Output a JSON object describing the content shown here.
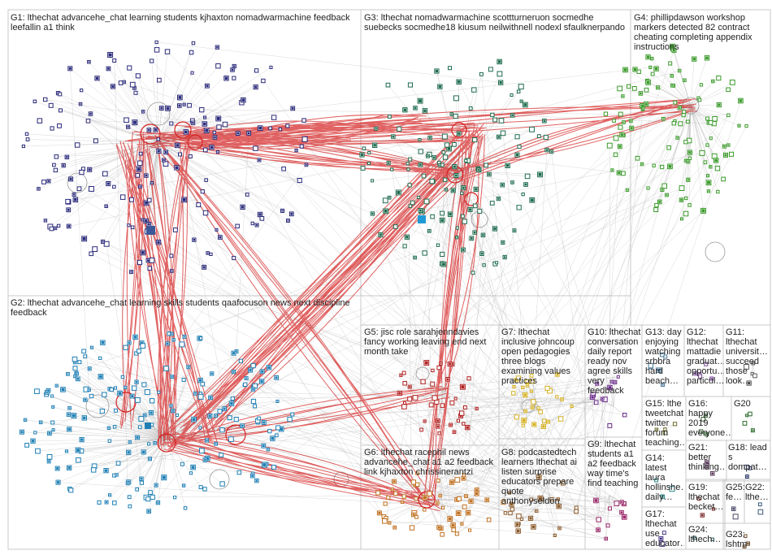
{
  "groups": [
    {
      "id": "G1",
      "text": "G1: lthechat advancehe_chat learning students kjhaxton nomadwarmachine feedback leefallin a1 think",
      "color": "#2a2a7a"
    },
    {
      "id": "G2",
      "text": "G2: lthechat advancehe_chat learning skills students qaafocuson news next discipline feedback",
      "color": "#1f7fb4"
    },
    {
      "id": "G3",
      "text": "G3: lthechat nomadwarmachine scottturneruon socmedhe suebecks socmedhe18 kiusum neilwithnell nodexl sfaulknerpando",
      "color": "#1e6b4e"
    },
    {
      "id": "G4",
      "text": "G4: phillipdawson workshop markers detected 82 contract cheating completing appendix instructions",
      "color": "#3a9a2a"
    },
    {
      "id": "G5",
      "text": "G5: jisc role sarahjenndavies fancy working leaving end next month take",
      "color": "#b02020"
    },
    {
      "id": "G6",
      "text": "G6: lthechat racephil news advancehe_chat a1 a2 feedback link kjhaxton chrissinerantzi",
      "color": "#c07020"
    },
    {
      "id": "G7",
      "text": "G7: lthechat inclusive johncoup open pedagogies three blogs examining values practices",
      "color": "#d4b020"
    },
    {
      "id": "G8",
      "text": "G8: podcastedtech learners lthechat ai listen surprise educators prepare quote anthonyseldon",
      "color": "#8a5a2a"
    },
    {
      "id": "G9",
      "text": "G9: lthechat students a1 a2 feedback way time's find teaching",
      "color": "#9a2a6a"
    },
    {
      "id": "G10",
      "text": "G10: lthechat conversation daily report ready nov agree skills very feedback",
      "color": "#6a2a8a"
    },
    {
      "id": "G11",
      "text": "G11: lthechat universit… succeed those look…",
      "color": "#5a5a5a"
    },
    {
      "id": "G12",
      "text": "G12: lthechat mattadie graduat… opportu… particul…",
      "color": "#7a4a9a"
    },
    {
      "id": "G13",
      "text": "G13: day enjoying watching srbbra hard beach…",
      "color": "#4a7a9a"
    },
    {
      "id": "G14",
      "text": "G14: latest laura hollinshe… daily…",
      "color": "#2a8a8a"
    },
    {
      "id": "G15",
      "text": "G15: lthe tweetchat twitter forum teaching…",
      "color": "#6a6a2a"
    },
    {
      "id": "G16",
      "text": "G16: happy 2019 everyone…",
      "color": "#3a6a3a"
    },
    {
      "id": "G17",
      "text": "G17: lthechat use educator…",
      "color": "#4a3a8a"
    },
    {
      "id": "G18",
      "text": "G18: lead s dompat…",
      "color": "#2a3a6a"
    },
    {
      "id": "G19",
      "text": "G19: lthechat becket…",
      "color": "#7a2a2a"
    },
    {
      "id": "G20",
      "text": "G20",
      "color": "#2a6a2a"
    },
    {
      "id": "G21",
      "text": "G21: better thinking…",
      "color": "#5a3a5a"
    },
    {
      "id": "G22",
      "text": "G22: lthe…",
      "color": "#3a5a7a"
    },
    {
      "id": "G23",
      "text": "G23: lshtm",
      "color": "#6a4a2a"
    },
    {
      "id": "G24",
      "text": "G24: lthech…",
      "color": "#2a5a5a"
    },
    {
      "id": "G25",
      "text": "G25: fe…",
      "color": "#4a4a6a"
    }
  ],
  "colors": {
    "edge_gray": "#b8b8b8",
    "edge_red": "#d42020",
    "box_border": "#c8c8c8"
  }
}
